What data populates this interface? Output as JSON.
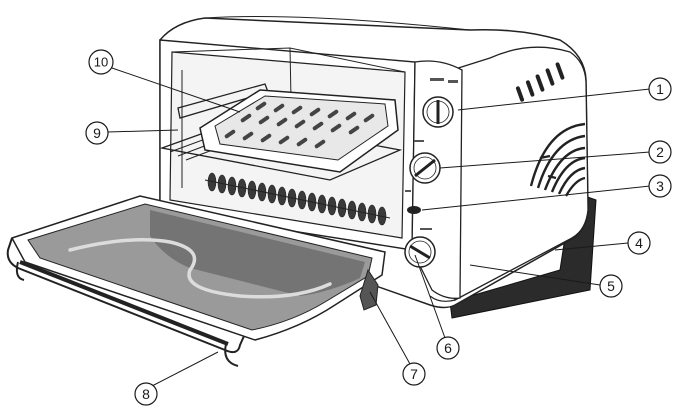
{
  "figure": {
    "subject": "toaster-oven-parts-diagram",
    "callouts": [
      {
        "id": 1,
        "label": "1"
      },
      {
        "id": 2,
        "label": "2"
      },
      {
        "id": 3,
        "label": "3"
      },
      {
        "id": 4,
        "label": "4"
      },
      {
        "id": 5,
        "label": "5"
      },
      {
        "id": 6,
        "label": "6"
      },
      {
        "id": 7,
        "label": "7"
      },
      {
        "id": 8,
        "label": "8"
      },
      {
        "id": 9,
        "label": "9"
      },
      {
        "id": 10,
        "label": "10"
      }
    ]
  },
  "colors": {
    "outline": "#222222",
    "body": "#ffffff",
    "door_glass": "#9a9a9a",
    "door_glass_dark": "#6d6d6d",
    "heating_element": "#3a3a3a",
    "base_pad": "#2b2b2b"
  }
}
